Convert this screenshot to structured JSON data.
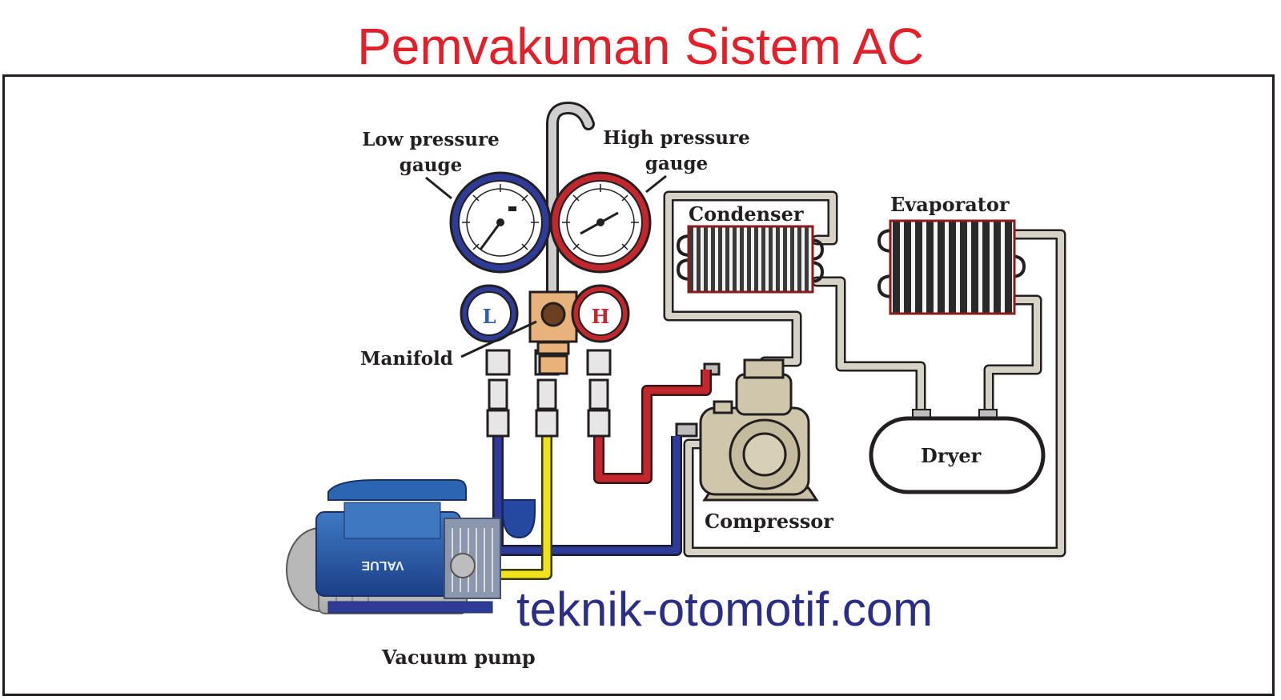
{
  "title": "Pemvakuman Sistem AC",
  "labels": {
    "low_gauge_line1": "Low pressure",
    "low_gauge_line2": "gauge",
    "high_gauge_line1": "High pressure",
    "high_gauge_line2": "gauge",
    "manifold": "Manifold",
    "low_letter": "L",
    "high_letter": "H",
    "condenser": "Condenser",
    "evaporator": "Evaporator",
    "dryer": "Dryer",
    "compressor": "Compressor",
    "vacuum_pump": "Vacuum pump",
    "pump_brand": "VALUE"
  },
  "watermark": "teknik-otomotif.com",
  "colors": {
    "title": "#e3202a",
    "watermark": "#2b2e86",
    "low_side": "#2e3b97",
    "high_side": "#c1272d",
    "center_hose": "#f0e31b",
    "tubing": "#d6d2c6",
    "manifold_body": "#e8b27a"
  }
}
